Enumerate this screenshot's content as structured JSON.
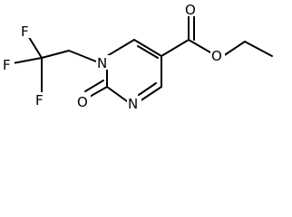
{
  "molecule": {
    "atoms": {
      "F1": "F",
      "F2": "F",
      "F3": "F",
      "N1": "N",
      "N2": "N",
      "O_carbonyl": "O",
      "O_ester_double": "O",
      "O_ester_single": "O"
    }
  },
  "colors": {
    "ink": "#000000",
    "background": "#ffffff"
  }
}
